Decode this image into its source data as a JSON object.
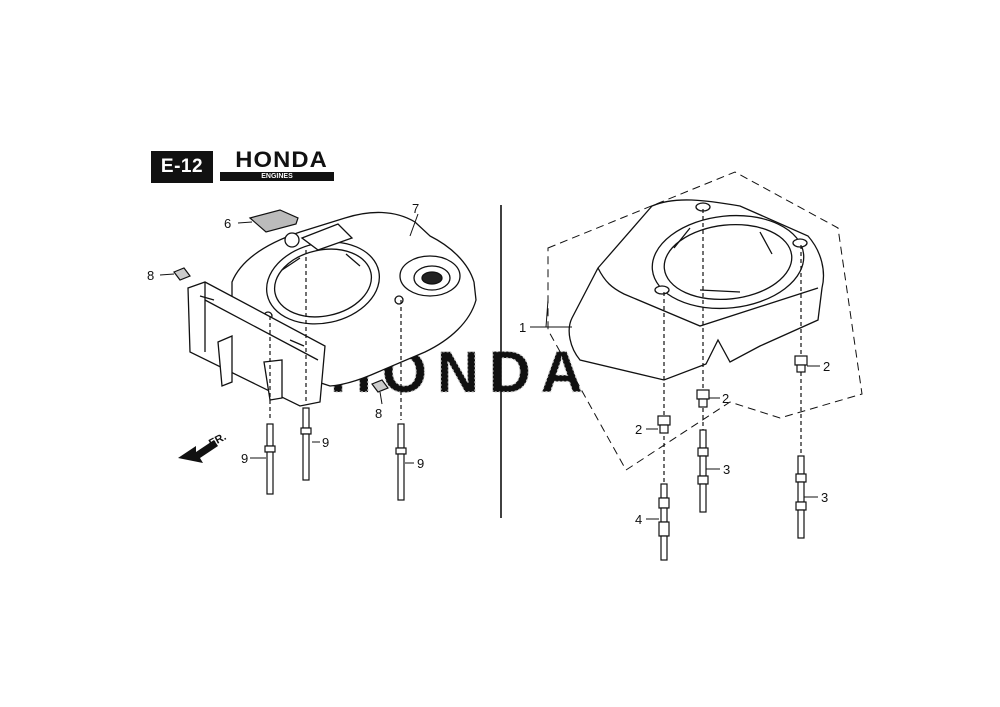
{
  "header": {
    "section_code": "E-12",
    "brand_name": "HONDA",
    "brand_sub": "ENGINES"
  },
  "direction_label": "FR.",
  "watermark": "HONDA",
  "callouts": {
    "c1": "1",
    "c2a": "2",
    "c2b": "2",
    "c2c": "2",
    "c3a": "3",
    "c3b": "3",
    "c4": "4",
    "c6": "6",
    "c7": "7",
    "c8a": "8",
    "c8b": "8",
    "c9a": "9",
    "c9b": "9",
    "c9c": "9"
  }
}
